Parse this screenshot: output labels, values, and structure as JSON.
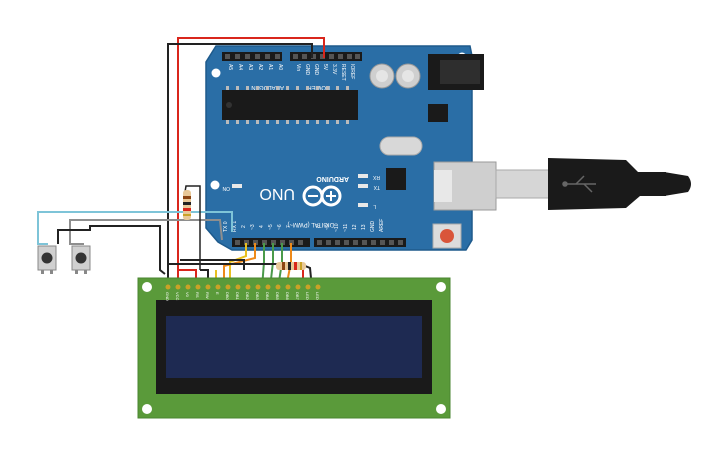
{
  "board": {
    "brand": "ARDUINO",
    "model": "UNO",
    "on_label": "ON",
    "tx_label": "TX",
    "rx_label": "RX",
    "l_label": "L",
    "digital_header": "DIGITAL (PWM~)",
    "power_header": "POWER",
    "analog_header": "ANALOG IN",
    "ioref_label": "IOREF",
    "reset_label": "RESET",
    "v33_label": "3.3V",
    "v5_label": "5V",
    "gnd_label": "GND",
    "vin_label": "Vin",
    "aref_label": "AREF",
    "tx0_label": "TX 0",
    "rx1_label": "RX 1",
    "analog_pins": [
      "A0",
      "A1",
      "A2",
      "A3",
      "A4",
      "A5"
    ],
    "digital_pins": [
      "2",
      "~3",
      "4",
      "~5",
      "~6",
      "7",
      "8",
      "~9",
      "~10",
      "~11",
      "12",
      "13"
    ]
  },
  "lcd": {
    "pins": [
      "GND",
      "VCC",
      "V0",
      "RS",
      "RW",
      "E",
      "DB0",
      "DB1",
      "DB2",
      "DB3",
      "DB4",
      "DB5",
      "DB6",
      "DB7",
      "LED",
      "LED"
    ]
  },
  "colors": {
    "board": "#2a6ea6",
    "board_edge": "#1e5a8c",
    "lcd_pcb": "#5a9a3a",
    "lcd_screen": "#1e2a52",
    "wire_red": "#d9261c",
    "wire_black": "#222222",
    "wire_cyan": "#7ec4d8",
    "wire_gray": "#8e8e8e",
    "wire_orange": "#ee8a1a",
    "wire_yellow": "#e8c020",
    "wire_green": "#4a9a4a"
  }
}
